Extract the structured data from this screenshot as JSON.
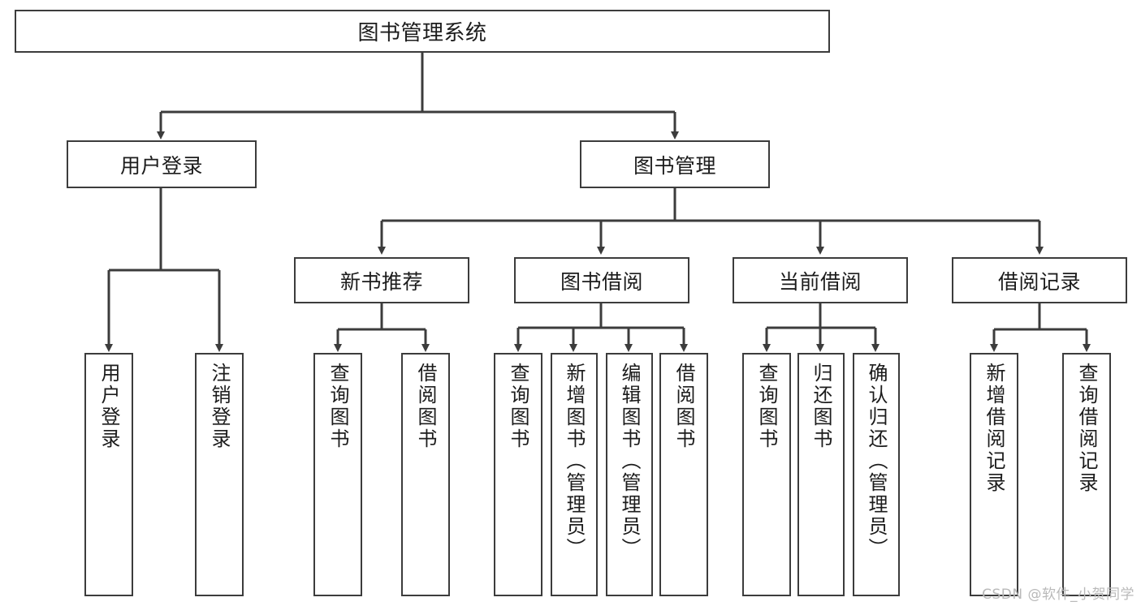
{
  "diagram": {
    "title": "图书管理系统",
    "watermark": "CSDN @软件_小贺同学",
    "colors": {
      "background": "#ffffff",
      "border": "#3c3c3c",
      "text": "#1c1c1c",
      "watermark": "#b9b9b9"
    },
    "levels": {
      "root": {
        "label": "图书管理系统"
      },
      "level2": [
        {
          "label": "用户登录"
        },
        {
          "label": "图书管理"
        }
      ],
      "level3": [
        {
          "label": "新书推荐"
        },
        {
          "label": "图书借阅"
        },
        {
          "label": "当前借阅"
        },
        {
          "label": "借阅记录"
        }
      ],
      "leaves": [
        {
          "label": "用户登录",
          "parent": "用户登录"
        },
        {
          "label": "注销登录",
          "parent": "用户登录"
        },
        {
          "label": "查询图书",
          "parent": "新书推荐"
        },
        {
          "label": "借阅图书",
          "parent": "新书推荐"
        },
        {
          "label": "查询图书",
          "parent": "图书借阅"
        },
        {
          "label": "新增图书（管理员）",
          "parent": "图书借阅"
        },
        {
          "label": "编辑图书（管理员）",
          "parent": "图书借阅"
        },
        {
          "label": "借阅图书",
          "parent": "图书借阅"
        },
        {
          "label": "查询图书",
          "parent": "当前借阅"
        },
        {
          "label": "归还图书",
          "parent": "当前借阅"
        },
        {
          "label": "确认归还（管理员）",
          "parent": "当前借阅"
        },
        {
          "label": "新增借阅记录",
          "parent": "借阅记录"
        },
        {
          "label": "查询借阅记录",
          "parent": "借阅记录"
        }
      ]
    }
  }
}
